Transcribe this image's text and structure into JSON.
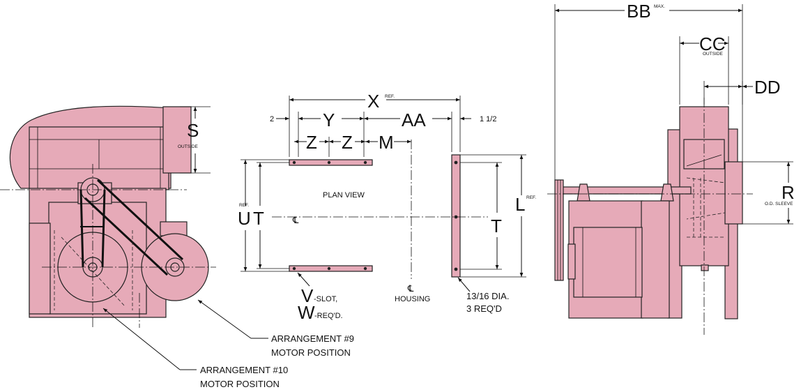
{
  "colors": {
    "part_fill": "#e6aab8",
    "line": "#111111"
  },
  "left_view": {
    "dim_s": "S",
    "dim_s_note": "OUTSIDE",
    "callout_arr9_line1": "ARRANGEMENT #9",
    "callout_arr9_line2": "MOTOR POSITION",
    "callout_arr10_line1": "ARRANGEMENT #10",
    "callout_arr10_line2": "MOTOR POSITION"
  },
  "plan_view": {
    "title": "PLAN VIEW",
    "dim_x": "X",
    "dim_x_note": "REF.",
    "dim_2": "2",
    "dim_y": "Y",
    "dim_aa": "AA",
    "dim_1_5": "1 1/2",
    "dim_z1": "Z",
    "dim_z2": "Z",
    "dim_m": "M",
    "dim_u": "U",
    "dim_u_note": "REF.",
    "dim_t_left": "T",
    "dim_t_right": "T",
    "dim_l": "L",
    "dim_l_note": "REF.",
    "centerline_symbol": "℄",
    "housing_symbol": "℄",
    "housing_label": "HOUSING",
    "slot_v": "V",
    "slot_v_note": "-SLOT,",
    "slot_w": "W",
    "slot_w_note": "-REQ'D.",
    "hole_line1": "13/16 DIA.",
    "hole_line2": "3 REQ'D"
  },
  "side_view": {
    "dim_bb": "BB",
    "dim_bb_note": "MAX.",
    "dim_cc": "CC",
    "dim_cc_note": "OUTSIDE",
    "dim_dd": "DD",
    "dim_r": "R",
    "dim_r_note": "O.D. SLEEVE"
  }
}
